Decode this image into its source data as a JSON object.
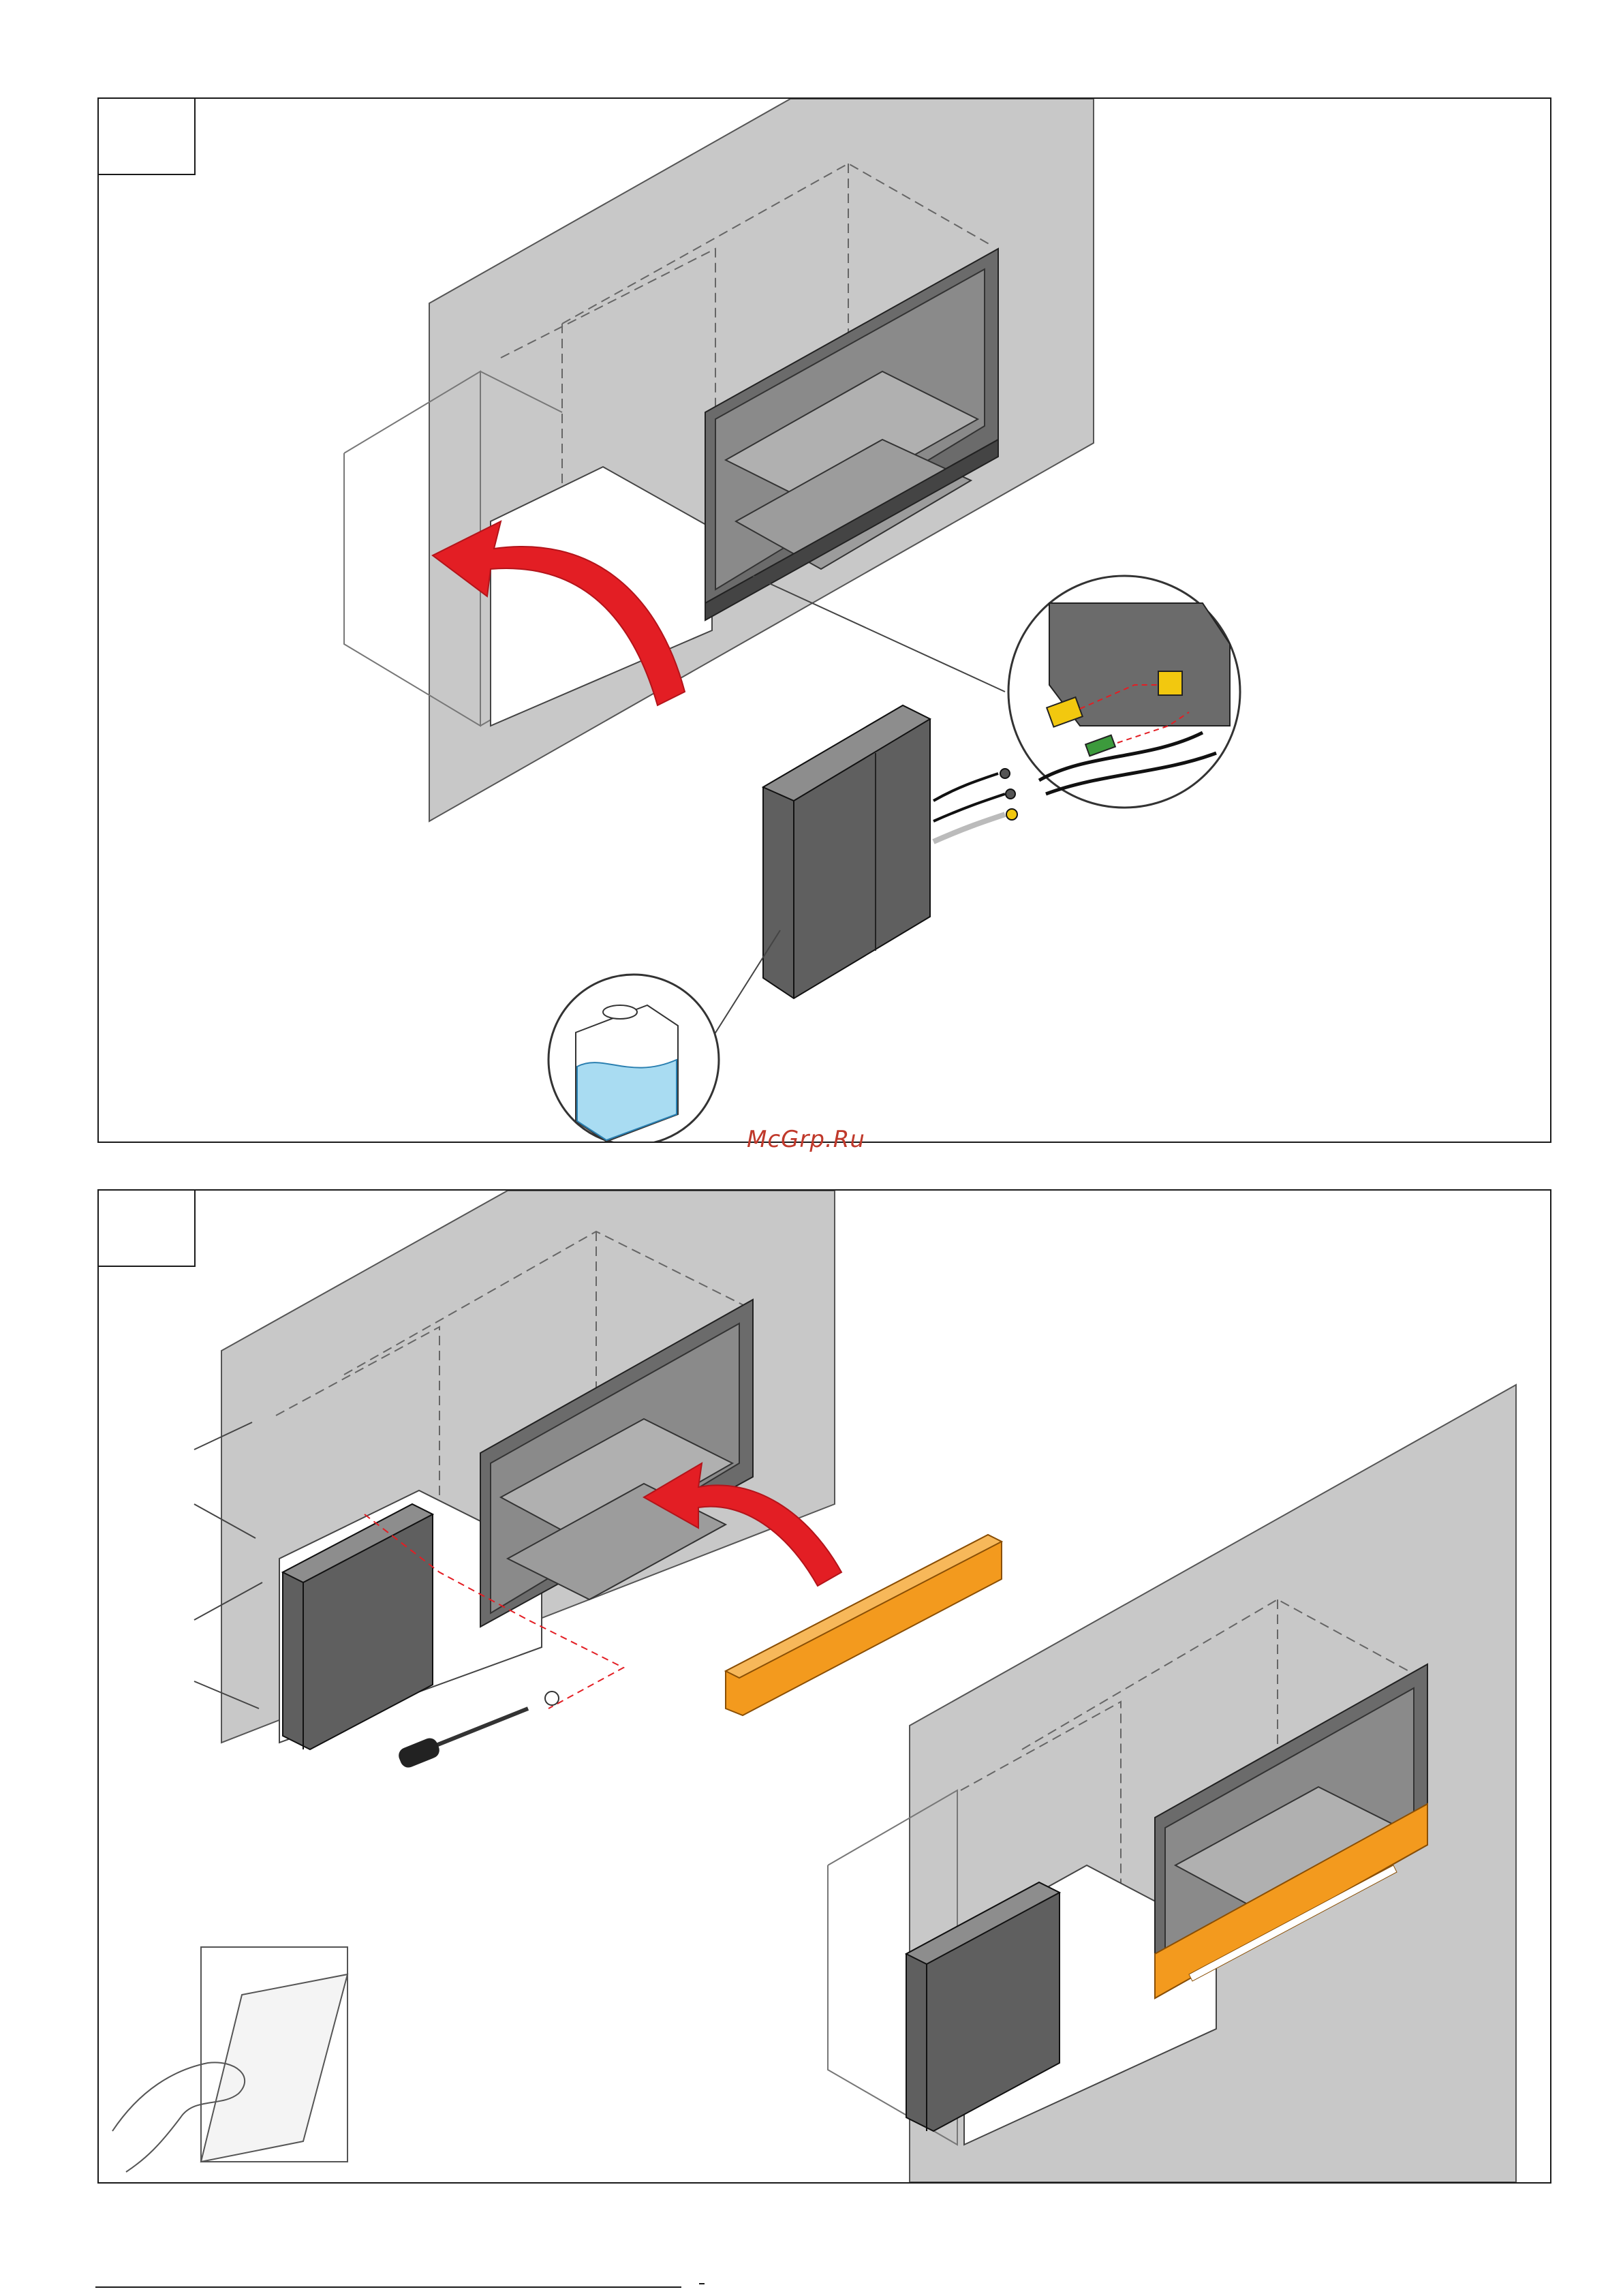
{
  "watermark": "McGrp.Ru",
  "colors": {
    "wall": "#c8c8c8",
    "firebox": "#707070",
    "arrow": "#e31e24",
    "trim": "#f39a1e",
    "water": "#a9dcf2",
    "outline": "#1a1a1a"
  },
  "panels": [
    {
      "name": "step-1",
      "step_number": ""
    },
    {
      "name": "step-2",
      "step_number": ""
    }
  ]
}
